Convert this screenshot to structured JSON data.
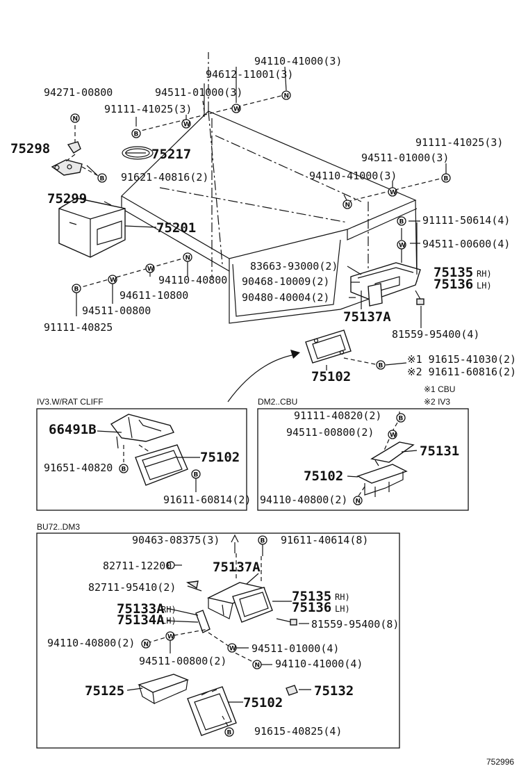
{
  "diagram_id": "752996",
  "symbols": {
    "nut": "N",
    "washer": "W",
    "bolt": "B"
  },
  "notes": {
    "n1": "※1 CBU",
    "n2": "※2 IV3"
  },
  "sections": {
    "iv3": "IV3.W/RAT CLIFF",
    "dm2": "DM2..CBU",
    "bu72": "BU72..DM3"
  },
  "labels": {
    "p94110_41000_top": "94110-41000(3)",
    "p94612_11001": "94612-11001(3)",
    "p94271_00800": "94271-00800",
    "p94511_01000_top": "94511-01000(3)",
    "p91111_41025_left": "91111-41025(3)",
    "p75298": "75298",
    "p75217": "75217",
    "p91621_40816": "91621-40816(2)",
    "p75299": "75299",
    "p75201": "75201",
    "p91111_41025_right": "91111-41025(3)",
    "p94511_01000_right": "94511-01000(3)",
    "p94110_41000_right": "94110-41000(3)",
    "p91111_50614": "91111-50614(4)",
    "p94511_00600": "94511-00600(4)",
    "p83663_93000": "83663-93000(2)",
    "p90468_10009": "90468-10009(2)",
    "p90480_40004": "90480-40004(2)",
    "p75135_top": "75135",
    "p75136_top": "75136",
    "rh_top": "RH)",
    "lh_top": "LH)",
    "p75137A_top": "75137A",
    "p81559_95400_top": "81559-95400(4)",
    "p94110_40800_main": "94110-40800",
    "p94611_10800": "94611-10800",
    "p94511_00800_main": "94511-00800",
    "p91111_40825": "91111-40825",
    "p75102_main": "75102",
    "p91615_41030": "※1 91615-41030(2)",
    "p91611_60816": "※2 91611-60816(2)",
    "p66491B": "66491B",
    "p75102_iv3": "75102",
    "p91651_40820": "91651-40820",
    "p91611_60814": "91611-60814(2)",
    "p91111_40820": "91111-40820(2)",
    "p94511_00800_dm2": "94511-00800(2)",
    "p75131": "75131",
    "p75102_dm2": "75102",
    "p94110_40800_dm2": "94110-40800(2)",
    "p90463_08375": "90463-08375(3)",
    "p91611_40614": "91611-40614(8)",
    "p82711_12200": "82711-12200",
    "p75137A_bu": "75137A",
    "p82711_95410": "82711-95410(2)",
    "p75133A": "75133A",
    "p75134A": "75134A",
    "rh_bu1": "RH)",
    "lh_bu1": "LH)",
    "p75135_bu": "75135",
    "p75136_bu": "75136",
    "rh_bu2": "RH)",
    "lh_bu2": "LH)",
    "p81559_95400_bu": "81559-95400(8)",
    "p94110_40800_bu": "94110-40800(2)",
    "p94511_01000_bu": "94511-01000(4)",
    "p94511_00800_bu": "94511-00800(2)",
    "p94110_41000_bu": "94110-41000(4)",
    "p75125": "75125",
    "p75132": "75132",
    "p75102_bu": "75102",
    "p91615_40825": "91615-40825(4)"
  }
}
